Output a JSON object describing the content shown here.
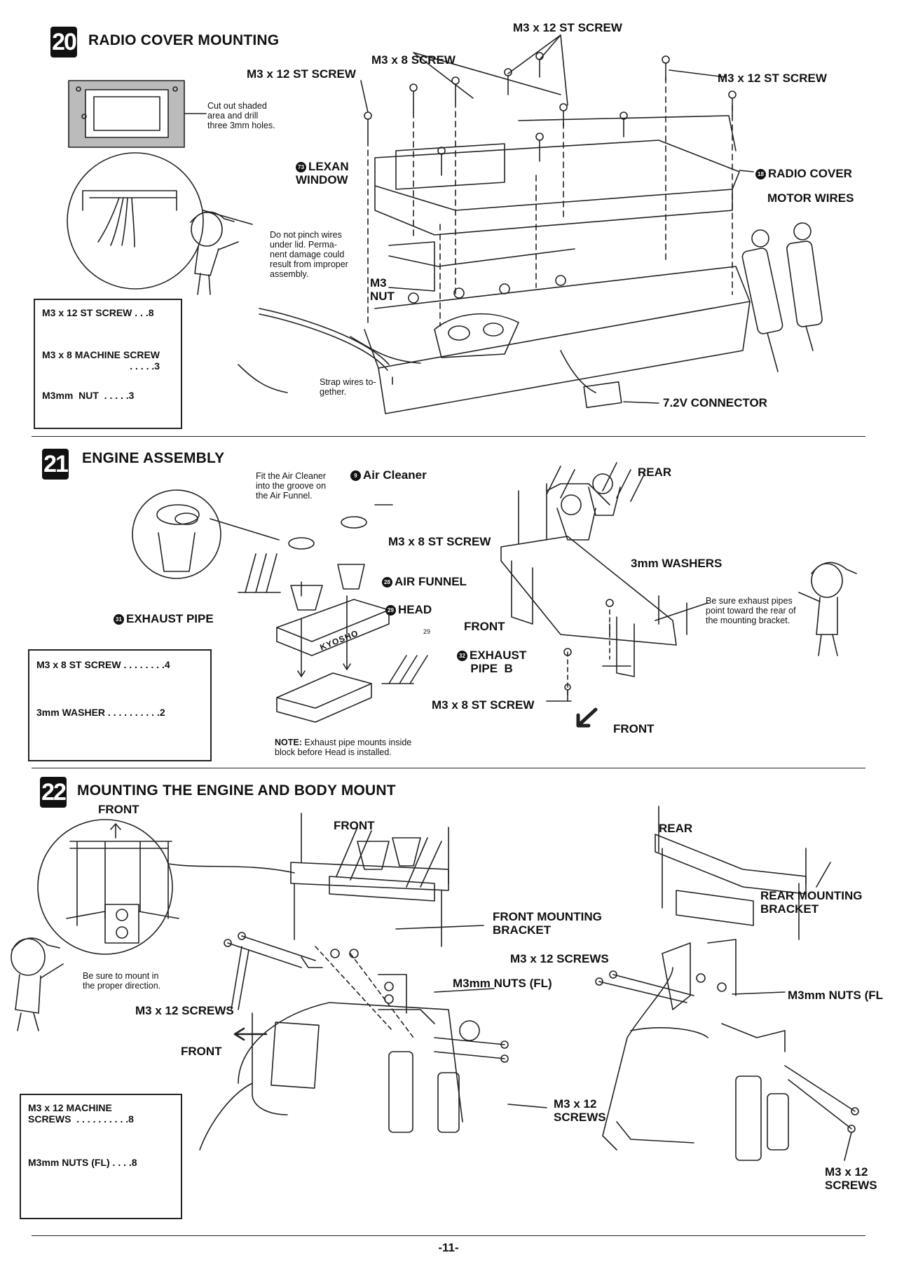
{
  "step20": {
    "number": "20",
    "title": "RADIO COVER MOUNTING",
    "labels": {
      "m3x12_top": "M3 x 12 ST SCREW",
      "m3x8_screw": "M3 x 8 SCREW",
      "m3x12_left": "M3 x 12 ST SCREW",
      "m3x12_right": "M3 x 12 ST SCREW",
      "lexan_window": "LEXAN\nWINDOW",
      "lexan_num": "73",
      "radio_cover": "RADIO COVER",
      "radio_cover_num": "18",
      "motor_wires": "MOTOR WIRES",
      "m3_nut": "M3\nNUT",
      "connector": "7.2V CONNECTOR"
    },
    "notes": {
      "cutout": "Cut out shaded\narea and drill\nthree 3mm holes.",
      "pinch": "Do not pinch wires\nunder lid. Perma-\nnent damage could\nresult from improper\nassembly.",
      "strap": "Strap wires to-\ngether."
    },
    "parts": [
      {
        "label": "M3 x 12 ST SCREW . . .8"
      },
      {
        "label": "M3 x 8 MACHINE SCREW\n. . . . .3"
      },
      {
        "label": "M3mm  NUT  . . . . .3"
      }
    ]
  },
  "step21": {
    "number": "21",
    "title": "ENGINE ASSEMBLY",
    "labels": {
      "air_cleaner": "Air Cleaner",
      "air_cleaner_num": "9",
      "m3x8_st_top": "M3 x 8 ST SCREW",
      "air_funnel": "AIR FUNNEL",
      "air_funnel_num": "28",
      "head": "HEAD",
      "head_num": "29",
      "exhaust_pipe": "EXHAUST PIPE",
      "exhaust_pipe_num": "31",
      "exhaust_pipe_b": "EXHAUST\nPIPE  B",
      "exhaust_pipe_b_num": "32",
      "rear": "REAR",
      "washers": "3mm WASHERS",
      "front1": "FRONT",
      "front2": "FRONT",
      "m3x8_st_bottom": "M3 x 8 ST SCREW",
      "head_small_num": "29",
      "kyosho": "KYOSHO"
    },
    "notes": {
      "fit": "Fit the Air Cleaner\ninto the groove on\nthe Air Funnel.",
      "exhaust_note": "Be sure exhaust pipes\npoint toward the rear of\nthe mounting bracket.",
      "note_label": "NOTE:",
      "note_text": "Exhaust pipe mounts inside\nblock before Head is installed."
    },
    "parts": [
      {
        "label": "M3 x 8 ST SCREW . . . . . . . .4"
      },
      {
        "label": "3mm WASHER . . . . . . . . . .2"
      }
    ]
  },
  "step22": {
    "number": "22",
    "title": "MOUNTING THE ENGINE AND BODY MOUNT",
    "labels": {
      "front_arrow": "FRONT",
      "front_top": "FRONT",
      "rear": "REAR",
      "front_mount": "FRONT MOUNTING\nBRACKET",
      "rear_mount": "REAR MOUNTING\nBRACKET",
      "m3x12_screws_mid": "M3 x 12 SCREWS",
      "m3x12_screws_left": "M3 x 12 SCREWS",
      "nuts_left": "M3mm NUTS (FL)",
      "nuts_right": "M3mm NUTS (FL",
      "front_left": "FRONT",
      "m3x12_lower_mid": "M3 x 12\nSCREWS",
      "m3x12_lower_right": "M3 x 12\nSCREWS"
    },
    "notes": {
      "mount_dir": "Be sure to mount in\nthe proper direction."
    },
    "parts": [
      {
        "label": "M3 x 12 MACHINE\nSCREWS  . . . . . . . . . .8"
      },
      {
        "label": "M3mm  NUTS (FL) . . . .8"
      }
    ]
  },
  "page_number": "-11-"
}
